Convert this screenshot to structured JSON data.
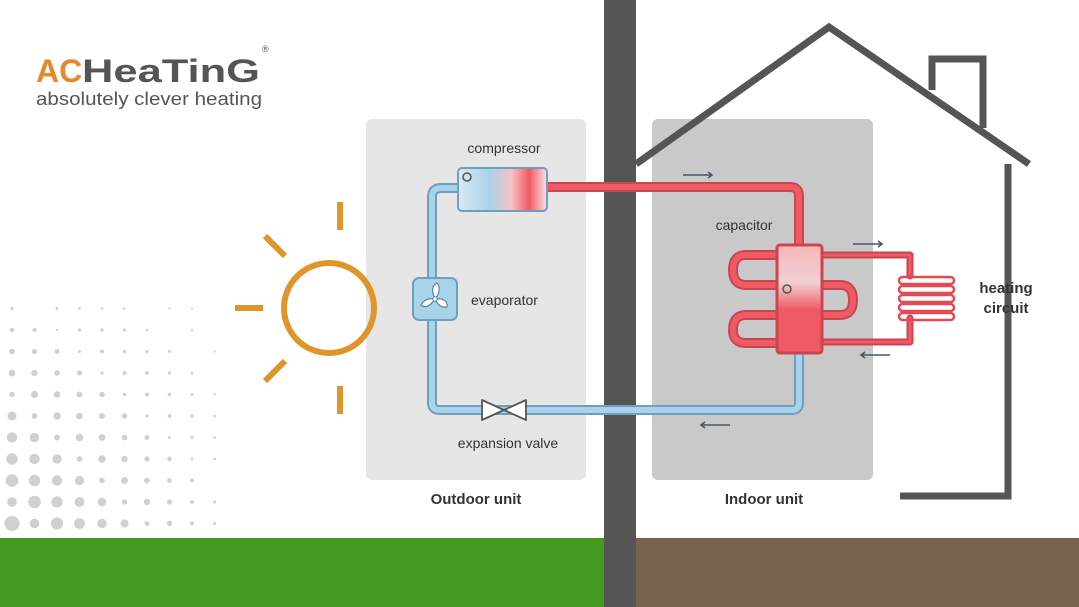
{
  "brand": {
    "name_ac": "AC",
    "name_heating": "HeaTinG",
    "registered": "®",
    "tagline": "absolutely clever heating"
  },
  "labels": {
    "compressor": "compressor",
    "evaporator": "evaporator",
    "expansion_valve": "expansion valve",
    "capacitor": "capacitor",
    "heating_circuit_line1": "heating",
    "heating_circuit_line2": "circuit",
    "outdoor_unit": "Outdoor unit",
    "indoor_unit": "Indoor unit"
  },
  "colors": {
    "brand_orange": "#e5892b",
    "brand_grey": "#555555",
    "sun": "#e0952a",
    "pipe_cold": "#a9d3ea",
    "pipe_cold_stroke": "#6f9fbe",
    "pipe_hot": "#f05a64",
    "pipe_hot_stroke": "#c94650",
    "unit_box": "#e6e6e6",
    "indoor_box": "#c9c9c9",
    "wall": "#555555",
    "house_line": "#555555",
    "grass": "#44991f",
    "soil": "#76654d",
    "arrow": "#4a5568"
  },
  "icons": {
    "sun": "sun-icon",
    "fan": "fan-icon",
    "valve": "valve-icon",
    "radiator": "radiator-icon",
    "house": "house-outline"
  }
}
